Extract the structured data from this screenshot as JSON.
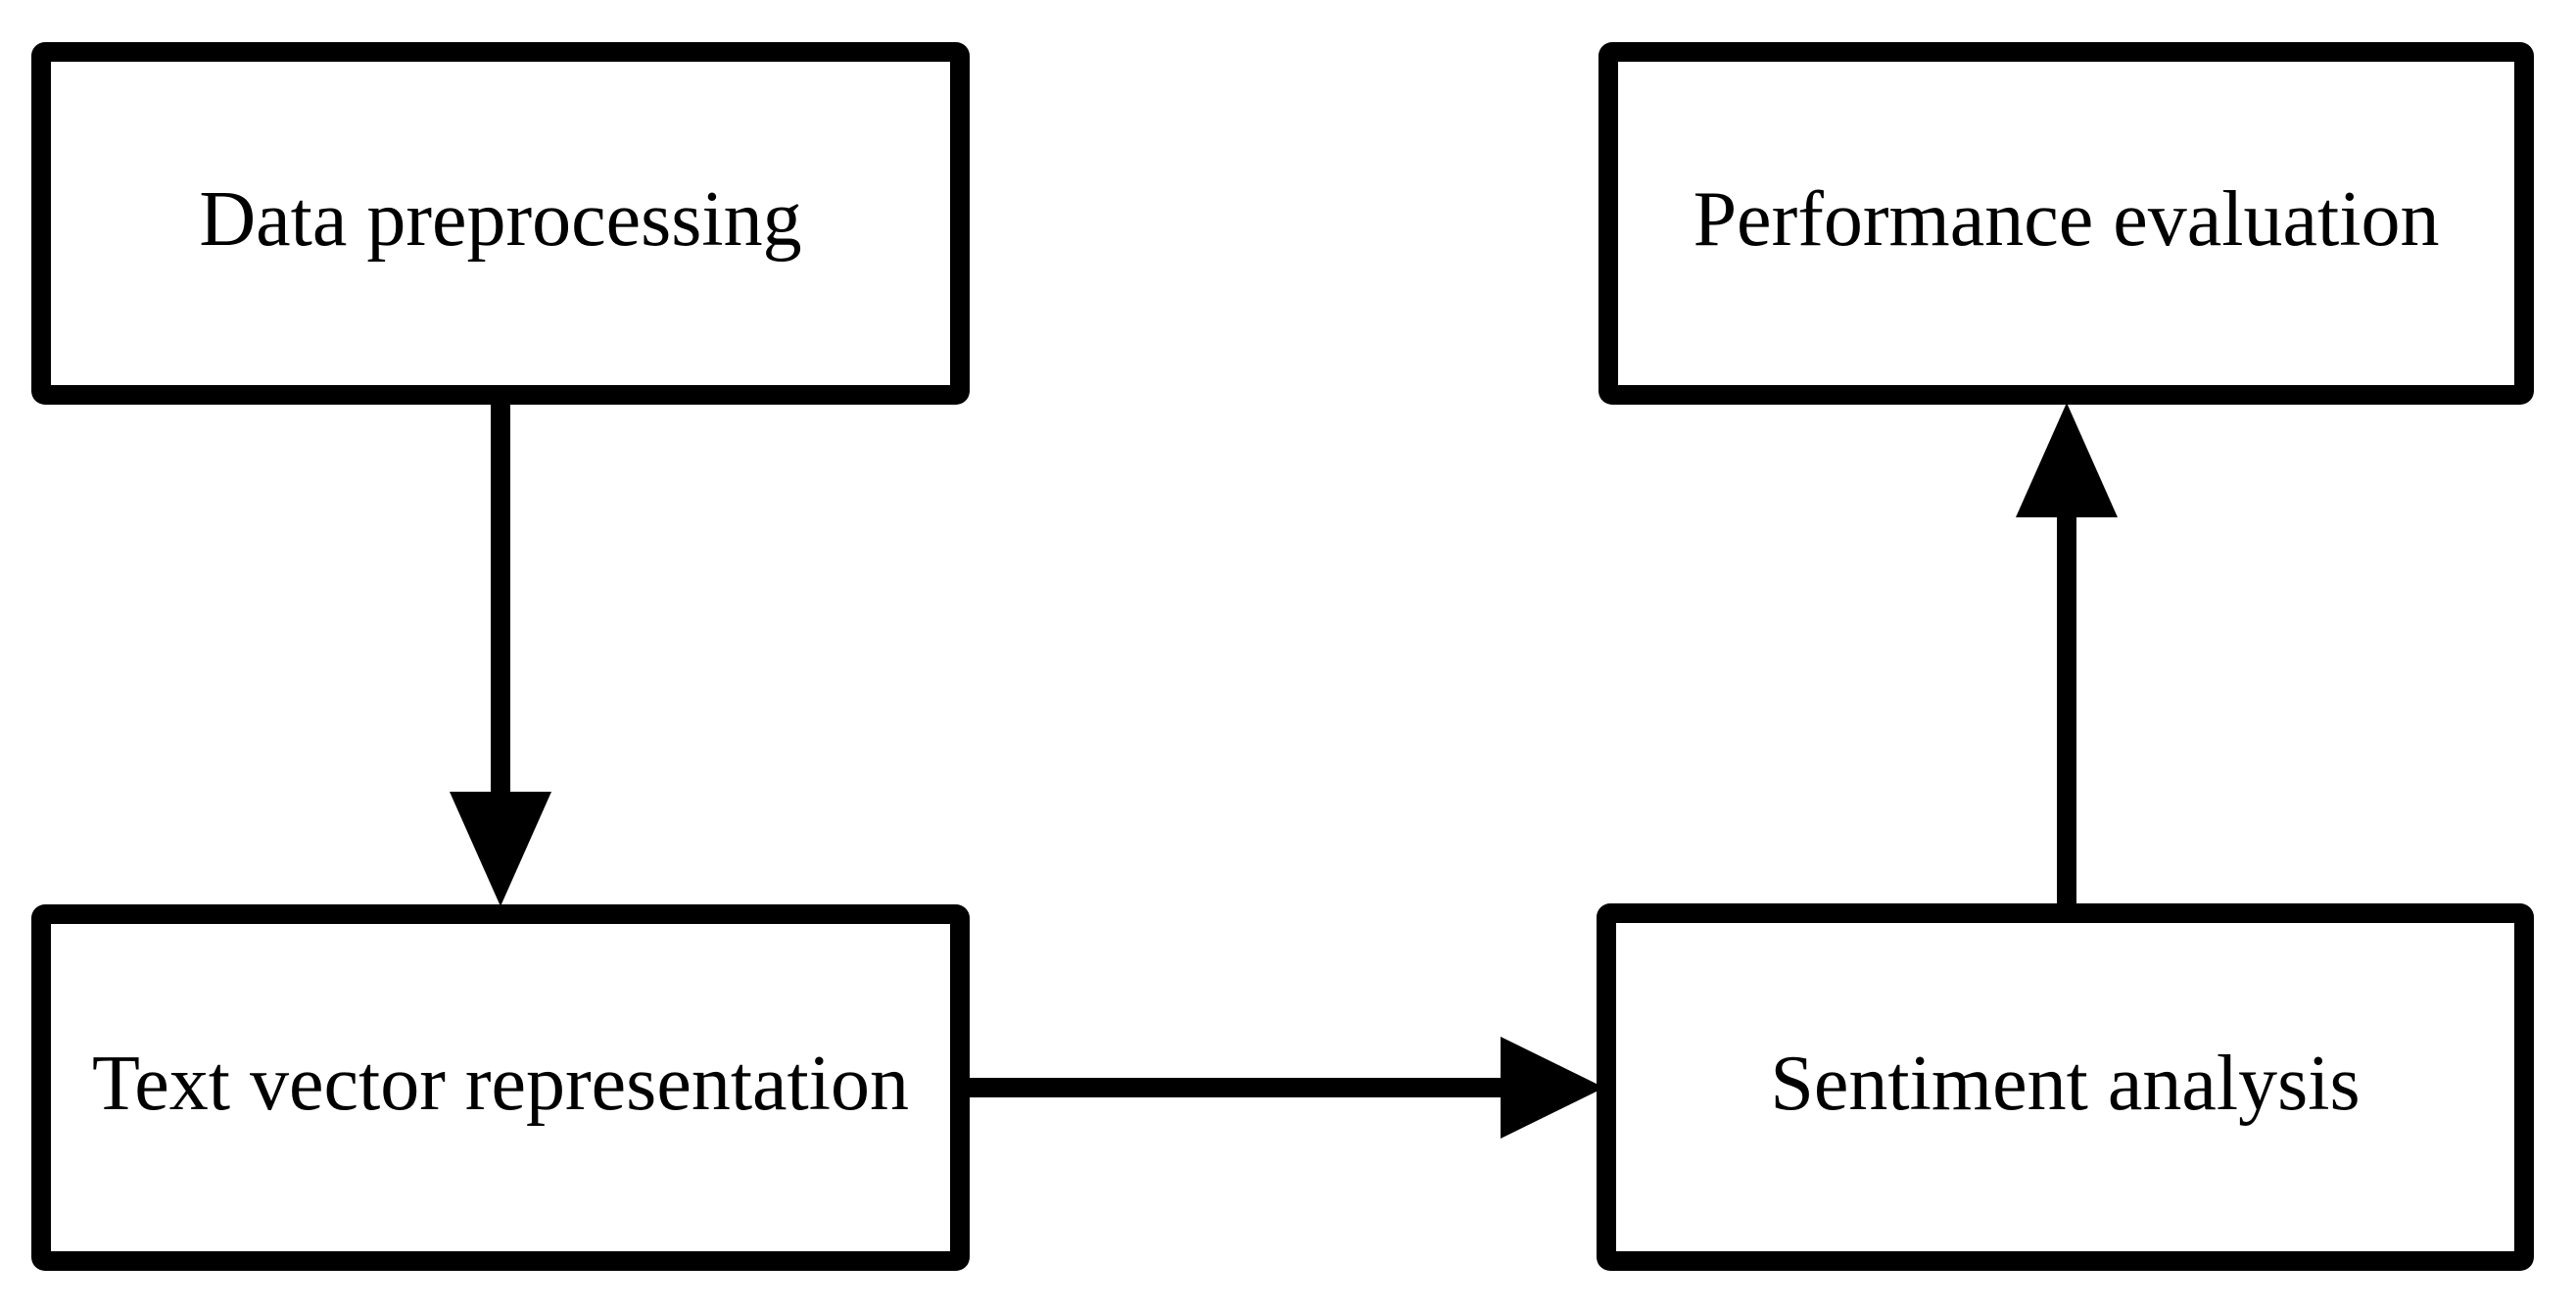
{
  "diagram": {
    "type": "flowchart",
    "background_color": "#ffffff",
    "line_color": "#000000",
    "text_color": "#000000",
    "node_fill_color": "#ffffff",
    "nodes": [
      {
        "id": "data-preprocessing",
        "label": "Data preprocessing"
      },
      {
        "id": "text-vector-representation",
        "label": "Text vector representation"
      },
      {
        "id": "sentiment-analysis",
        "label": "Sentiment analysis"
      },
      {
        "id": "performance-evaluation",
        "label": "Performance evaluation"
      }
    ],
    "edges": [
      {
        "from": "Data preprocessing",
        "to": "Text vector representation",
        "direction": "down"
      },
      {
        "from": "Text vector representation",
        "to": "Sentiment analysis",
        "direction": "right"
      },
      {
        "from": "Sentiment analysis",
        "to": "Performance evaluation",
        "direction": "up"
      }
    ]
  }
}
